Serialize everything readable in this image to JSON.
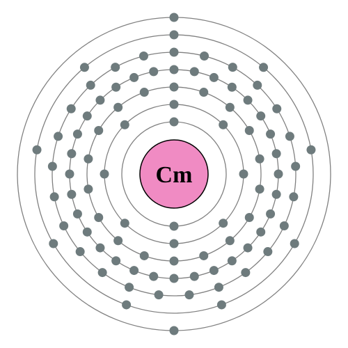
{
  "element": {
    "symbol": "Cm"
  },
  "shells": [
    {
      "electrons": 2
    },
    {
      "electrons": 8
    },
    {
      "electrons": 18
    },
    {
      "electrons": 32
    },
    {
      "electrons": 25
    },
    {
      "electrons": 9
    },
    {
      "electrons": 2
    }
  ],
  "colors": {
    "nucleus_fill": "#f08bc3",
    "electron": "#6e7b7d",
    "shell_stroke": "#808080"
  }
}
